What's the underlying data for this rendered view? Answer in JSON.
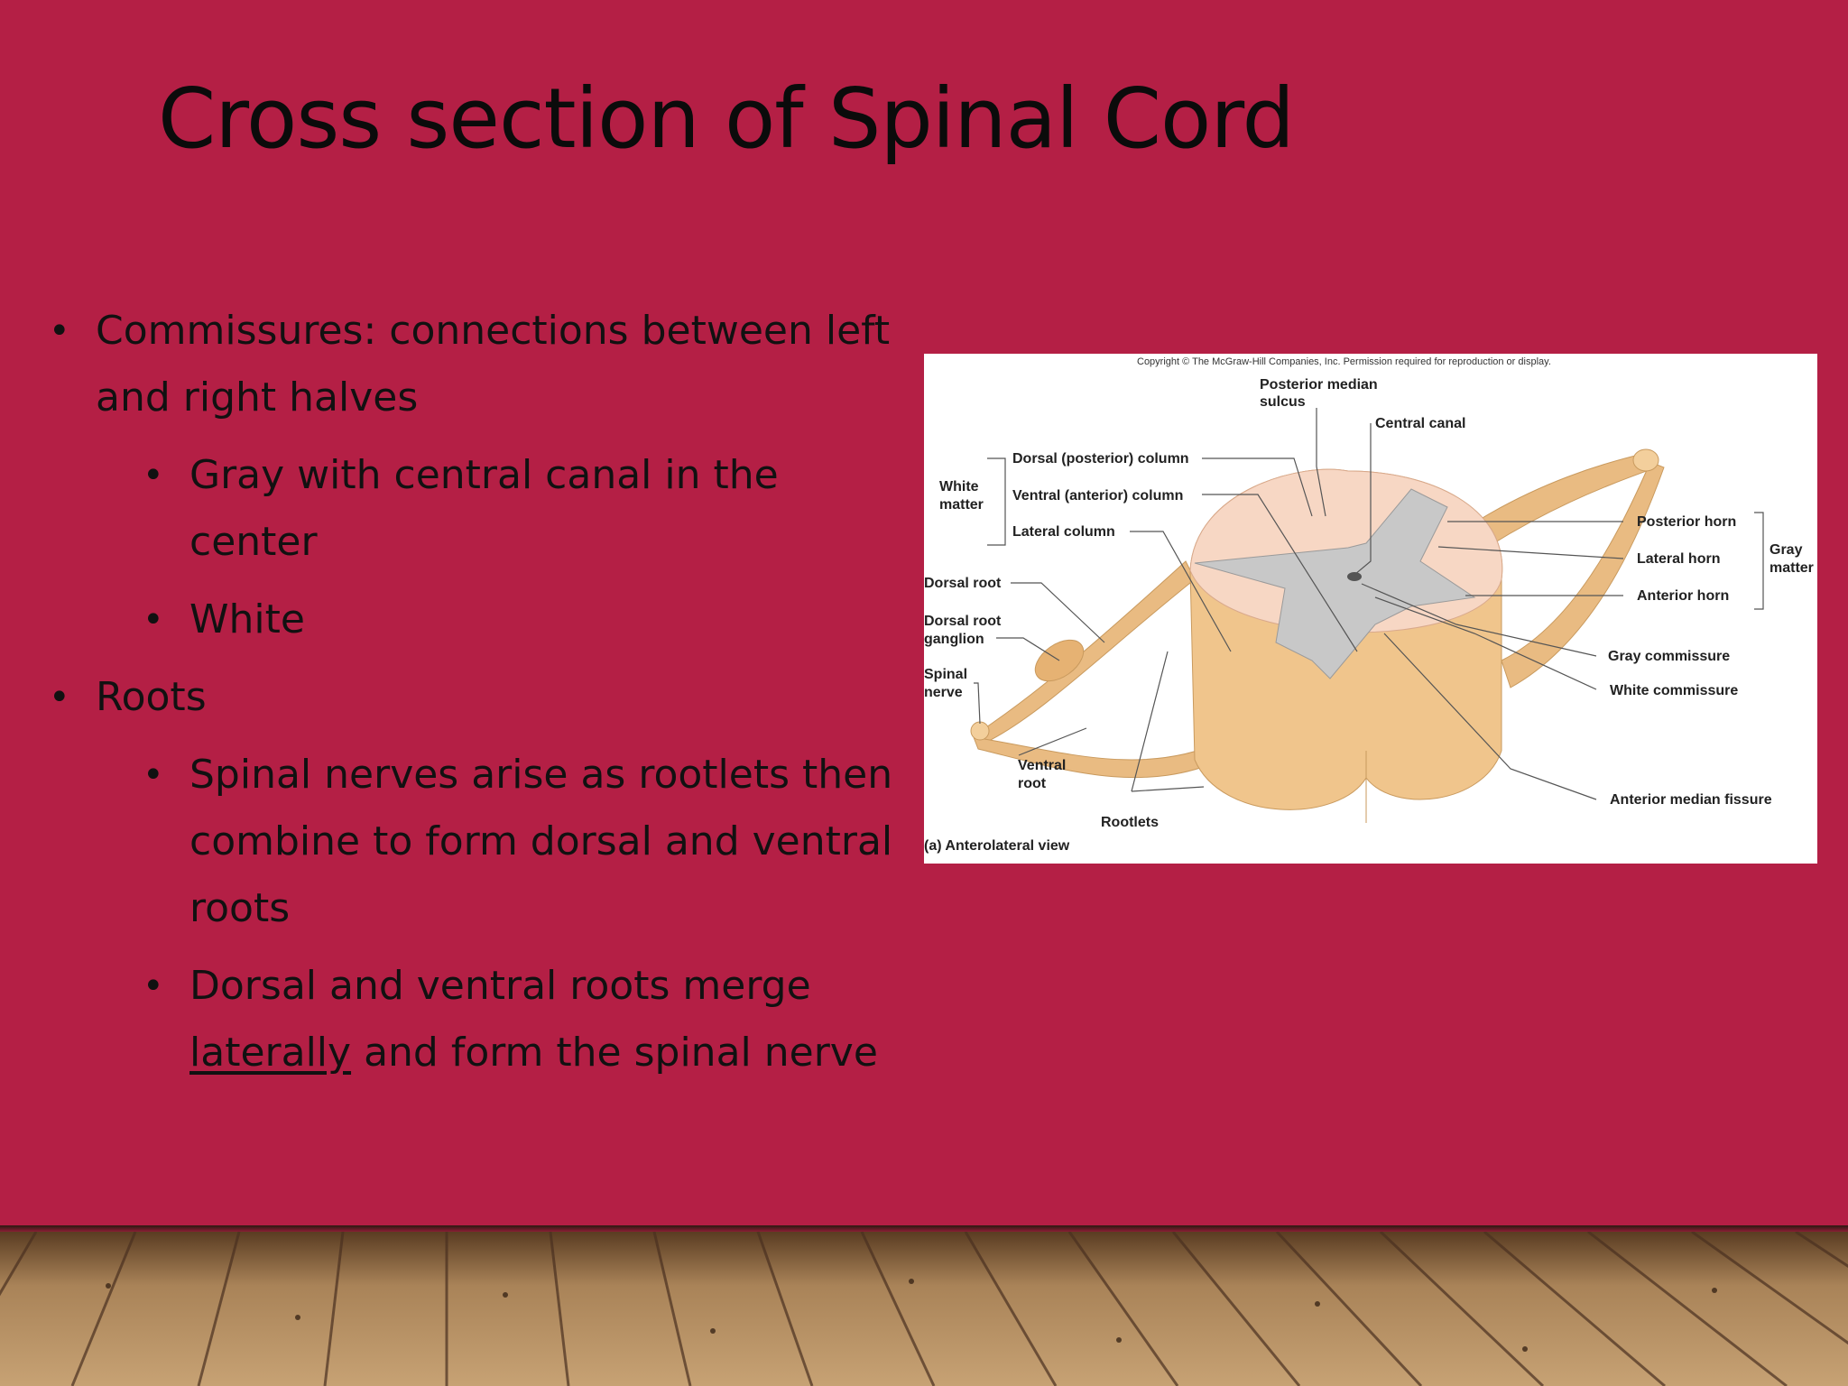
{
  "slide": {
    "title": "Cross section of Spinal Cord",
    "bullets": {
      "commissures_line": "Commissures: connections between left and right halves",
      "gray": "Gray with central canal in the center",
      "white": "White",
      "roots": "Roots",
      "spinal_nerves": "Spinal nerves arise as rootlets then combine to form dorsal and ventral roots",
      "merge_word": "Dorsal and ventral roots merge",
      "merge_underlined": "laterally",
      "merge_rest": "and form the spinal nerve"
    }
  },
  "figure": {
    "copyright": "Copyright © The McGraw-Hill Companies, Inc. Permission required for reproduction or display.",
    "labels": {
      "posterior_median_sulcus_1": "Posterior median",
      "posterior_median_sulcus_2": "sulcus",
      "central_canal": "Central canal",
      "dorsal_column": "Dorsal (posterior) column",
      "ventral_column": "Ventral (anterior) column",
      "lateral_column": "Lateral column",
      "white_matter_1": "White",
      "white_matter_2": "matter",
      "posterior_horn": "Posterior horn",
      "lateral_horn": "Lateral horn",
      "anterior_horn": "Anterior horn",
      "gray_matter_1": "Gray",
      "gray_matter_2": "matter",
      "dorsal_root": "Dorsal root",
      "dorsal_root_ganglion_1": "Dorsal root",
      "dorsal_root_ganglion_2": "ganglion",
      "spinal_nerve_1": "Spinal",
      "spinal_nerve_2": "nerve",
      "ventral_root_1": "Ventral",
      "ventral_root_2": "root",
      "rootlets": "Rootlets",
      "gray_commissure": "Gray commissure",
      "white_commissure": "White commissure",
      "anterior_median_fissure": "Anterior median fissure",
      "view": "(a) Anterolateral view"
    }
  }
}
